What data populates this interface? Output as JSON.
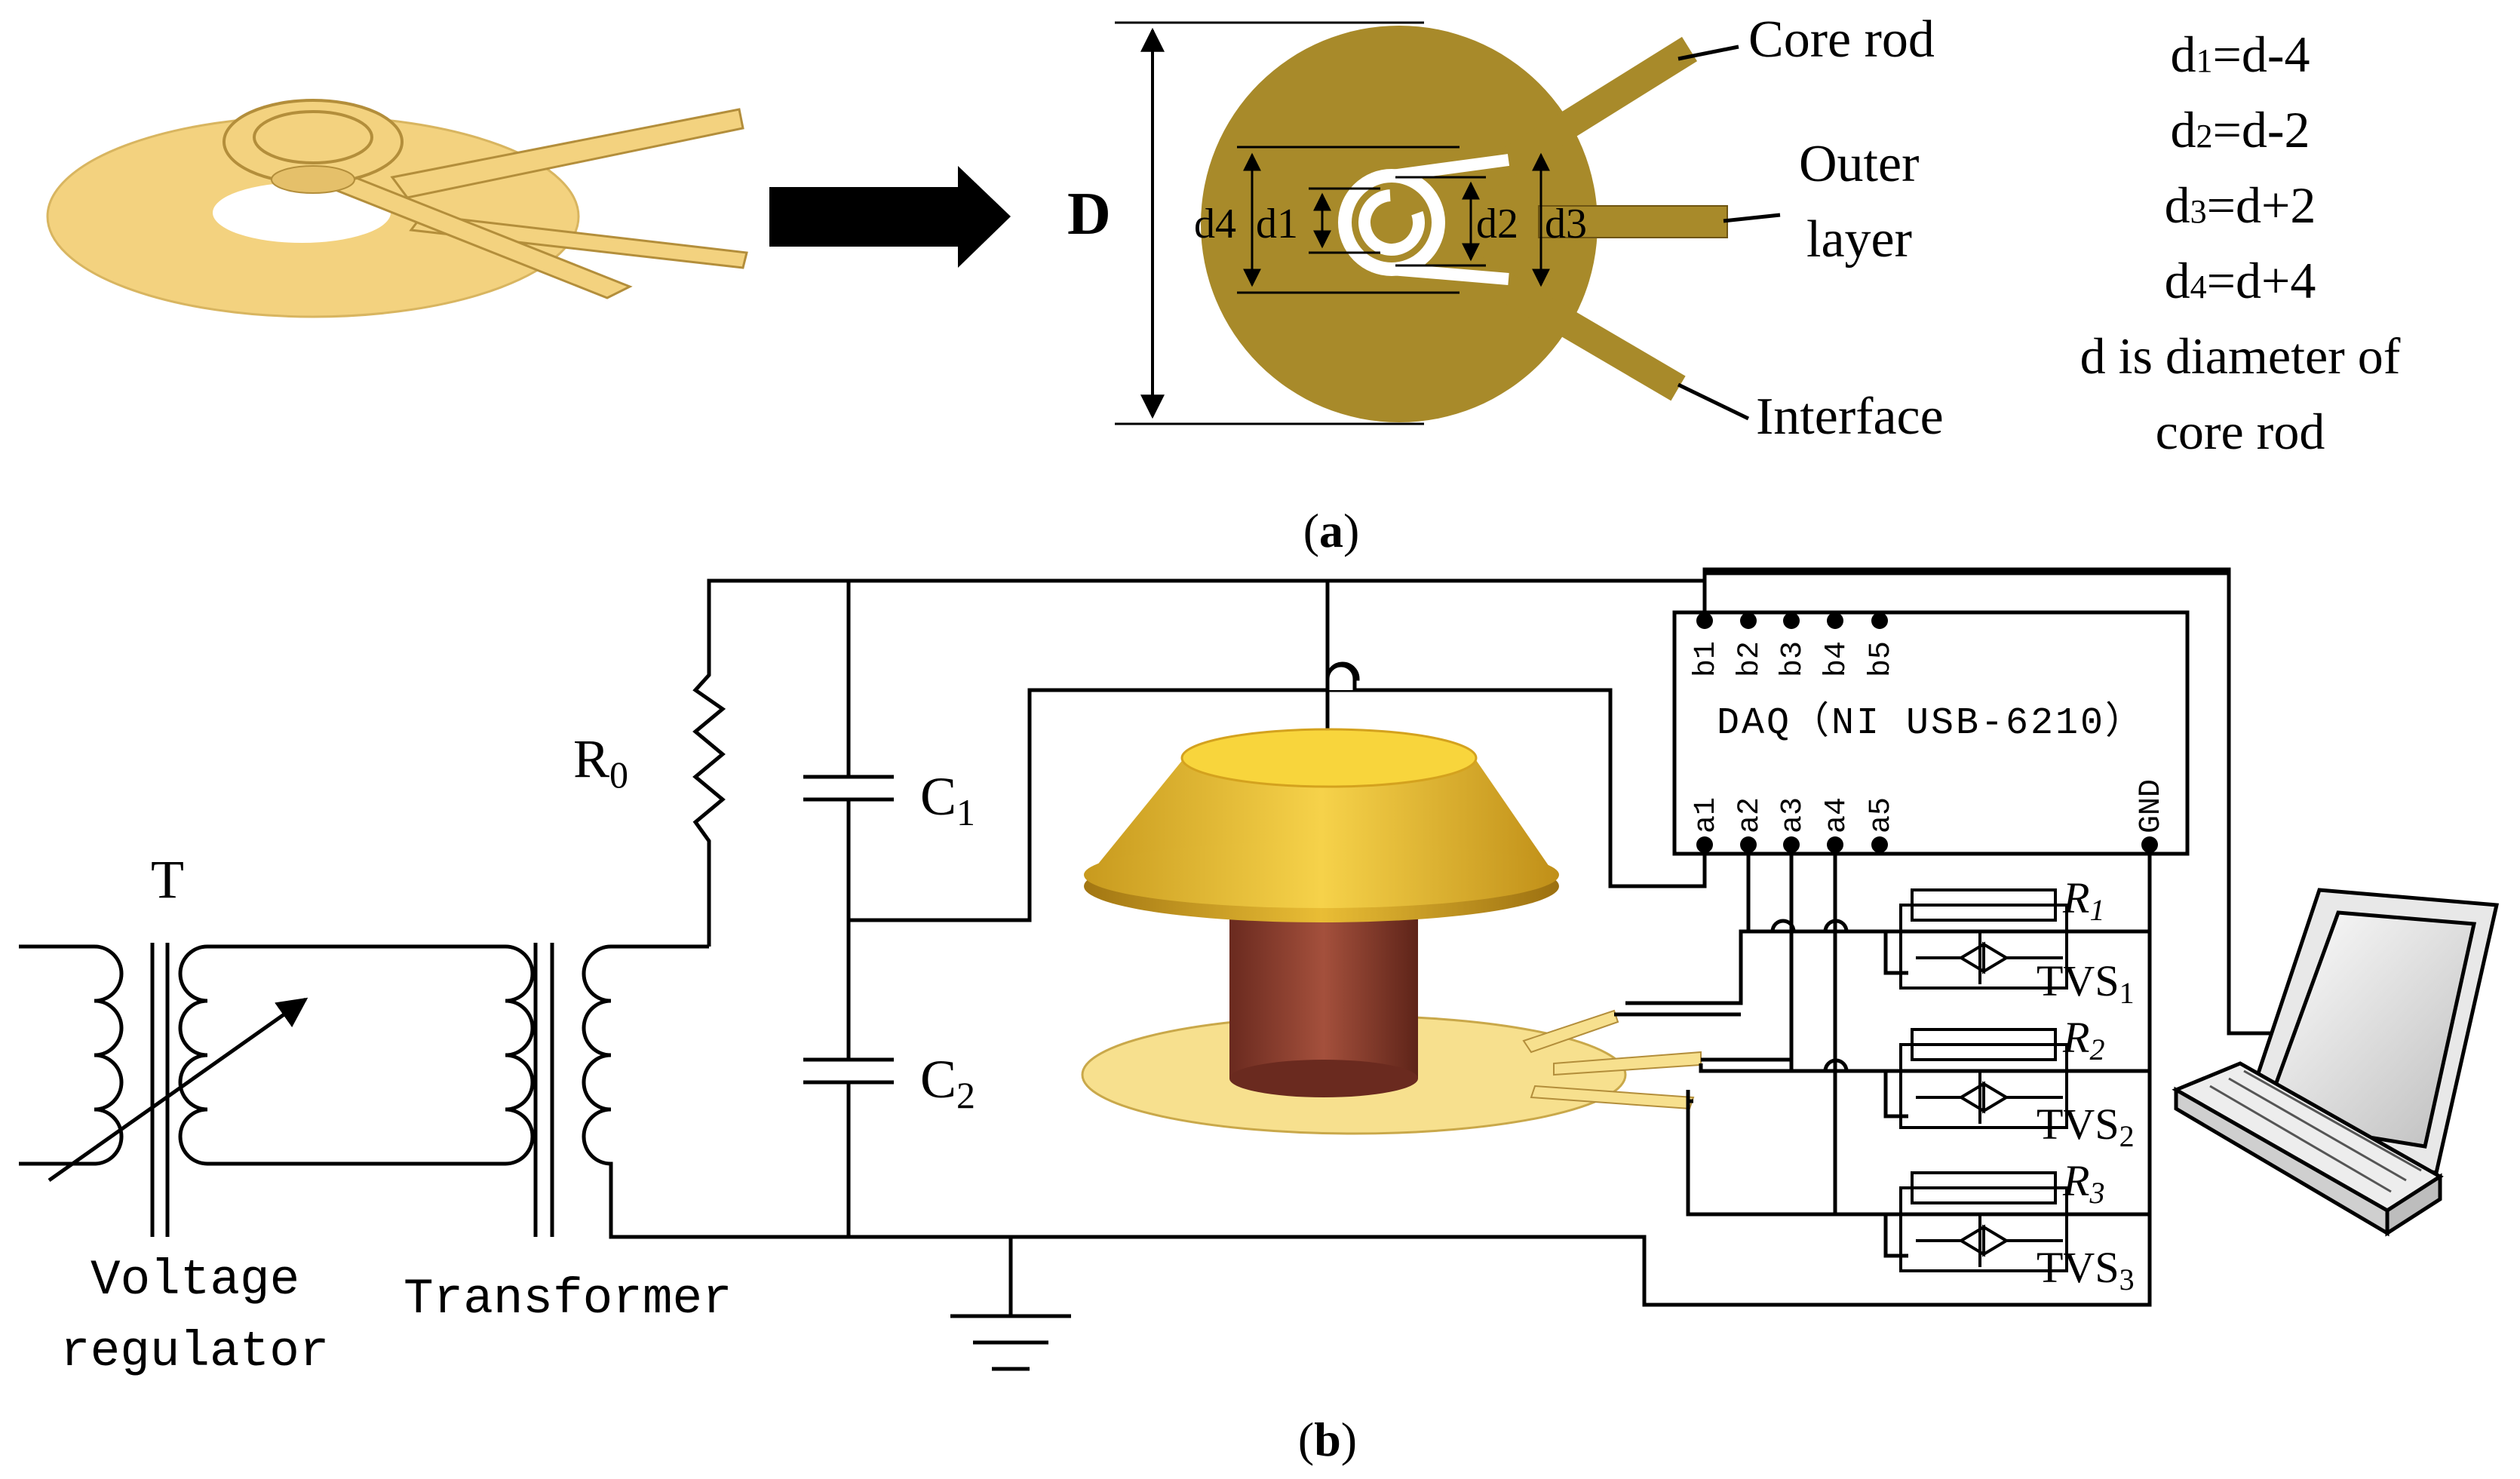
{
  "panel_a": {
    "caption_open": "(",
    "caption_letter": "a",
    "caption_close": ")",
    "dimension_D": "D",
    "labels": {
      "core_rod": "Core rod",
      "outer_layer_line1": "Outer",
      "outer_layer_line2": "layer",
      "interface": "Interface"
    },
    "inner_dims": {
      "d1": "d1",
      "d2": "d2",
      "d3": "d3",
      "d4": "d4"
    },
    "equations": [
      {
        "sym": "d",
        "sub": "1",
        "expr": "=d-4"
      },
      {
        "sym": "d",
        "sub": "2",
        "expr": "=d-2"
      },
      {
        "sym": "d",
        "sub": "3",
        "expr": "=d+2"
      },
      {
        "sym": "d",
        "sub": "4",
        "expr": "=d+4"
      }
    ],
    "note_line1": "d is diameter of",
    "note_line2": "core rod"
  },
  "panel_b": {
    "caption_open": "(",
    "caption_letter": "b",
    "caption_close": ")",
    "T": "T",
    "R0_main": "R",
    "R0_sub": "0",
    "C1_main": "C",
    "C1_sub": "1",
    "C2_main": "C",
    "C2_sub": "2",
    "voltage_regulator_line1": "Voltage",
    "voltage_regulator_line2": "regulator",
    "transformer": "Transformer",
    "daq_title": "DAQ（NI USB-6210）",
    "b_pins": [
      "b1",
      "b2",
      "b3",
      "b4",
      "b5"
    ],
    "a_pins": [
      "a1",
      "a2",
      "a3",
      "a4",
      "a5"
    ],
    "gnd": "GND",
    "R1_main": "R",
    "R1_sub": "1",
    "R2_main": "R",
    "R2_sub": "2",
    "R3_main": "R",
    "R3_sub": "3",
    "TVS1_main": "TVS",
    "TVS1_sub": "1",
    "TVS2_main": "TVS",
    "TVS2_sub": "2",
    "TVS3_main": "TVS",
    "TVS3_sub": "3"
  },
  "colors": {
    "light_gold": "#f3d27f",
    "dark_gold": "#a88a2a",
    "electrode_gold": "#e0b428",
    "rod_brown": "#8a3e2e",
    "line": "#000000"
  }
}
